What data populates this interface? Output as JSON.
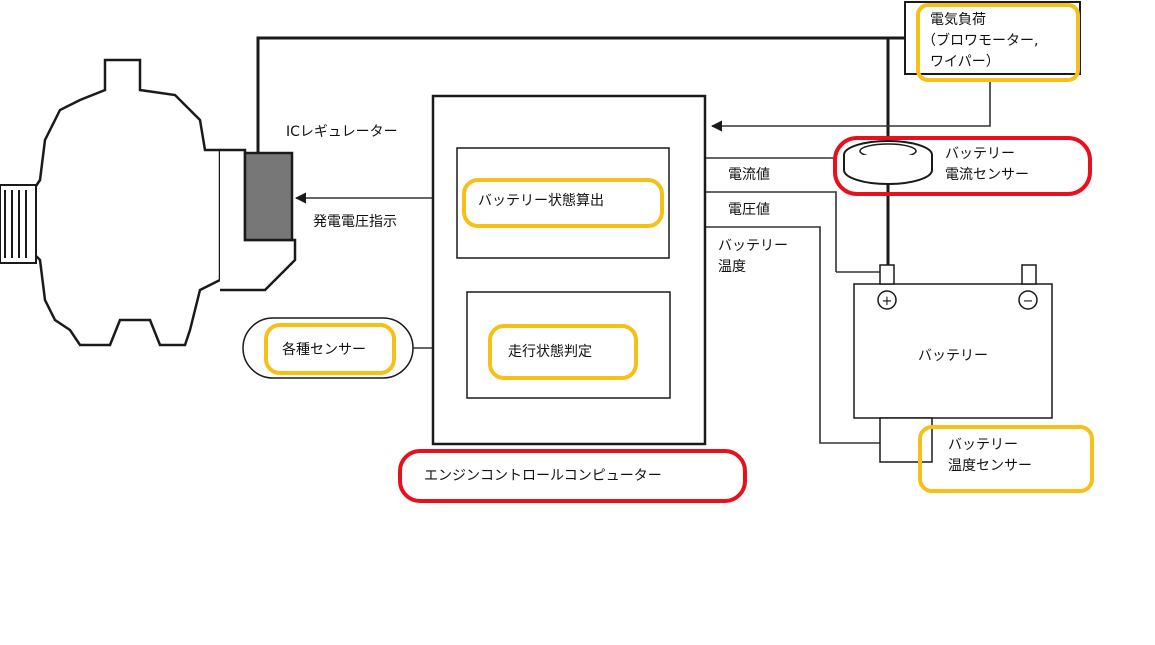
{
  "labels": {
    "ic_regulator": "ICレギュレーター",
    "gen_voltage_cmd": "発電電圧指示",
    "electric_load_line1": "電気負荷",
    "electric_load_line2": "（ブロワモーター,",
    "electric_load_line3": "ワイパー）",
    "current_sensor_line1": "バッテリー",
    "current_sensor_line2": "電流センサー",
    "current_value": "電流値",
    "voltage_value": "電圧値",
    "battery_temp_line1": "バッテリー",
    "battery_temp_line2": "温度",
    "battery_state_calc": "バッテリー状態算出",
    "driving_state_judge": "走行状態判定",
    "various_sensors": "各種センサー",
    "engine_computer": "エンジンコントロールコンピューター",
    "battery": "バッテリー",
    "plus_terminal": "+",
    "minus_terminal": "−",
    "temp_sensor_line1": "バッテリー",
    "temp_sensor_line2": "温度センサー"
  },
  "colors": {
    "highlight_yellow": "#f5c018",
    "highlight_red": "#e8101c",
    "line": "#1a1a1a",
    "regulator_fill": "#777777"
  }
}
